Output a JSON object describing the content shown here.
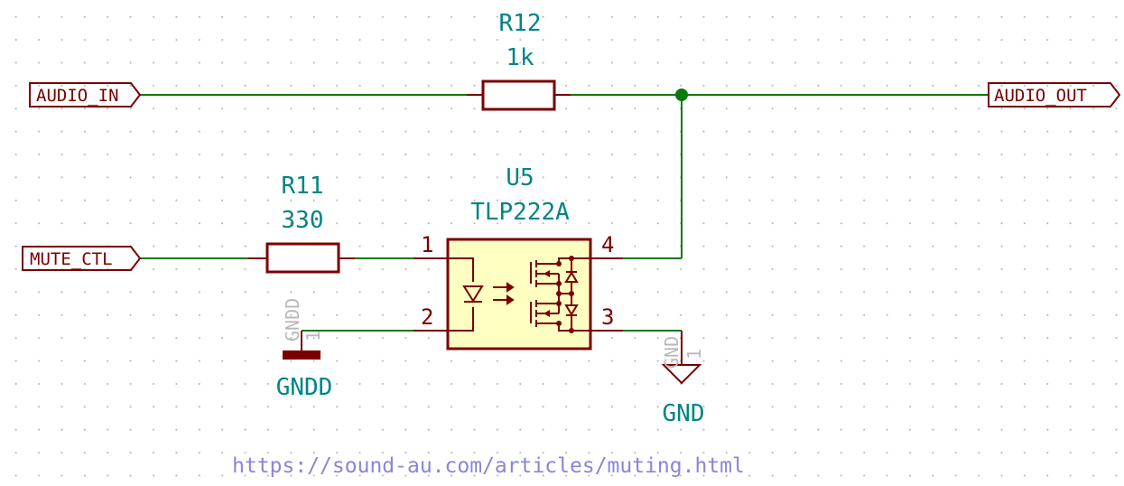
{
  "colors": {
    "wire": "#0b7a0b",
    "component": "#7a0000",
    "component_fill": "#ffffc2",
    "reference_text": "#008484",
    "hidden_text": "#b8b8b8",
    "url_text": "#8a85d6"
  },
  "global_labels": {
    "audio_in": "AUDIO_IN",
    "audio_out": "AUDIO_OUT",
    "mute_ctl": "MUTE_CTL"
  },
  "components": {
    "r12": {
      "ref": "R12",
      "value": "1k"
    },
    "r11": {
      "ref": "R11",
      "value": "330"
    },
    "u5": {
      "ref": "U5",
      "value": "TLP222A",
      "pins": {
        "p1": "1",
        "p2": "2",
        "p3": "3",
        "p4": "4"
      }
    }
  },
  "power": {
    "gndd": {
      "name": "GNDD",
      "hidden_name": "GNDD",
      "hidden_pin": "1"
    },
    "gnd": {
      "name": "GND",
      "hidden_name": "GND",
      "hidden_pin": "1"
    }
  },
  "footer": {
    "url": "https://sound-au.com/articles/muting.html"
  }
}
